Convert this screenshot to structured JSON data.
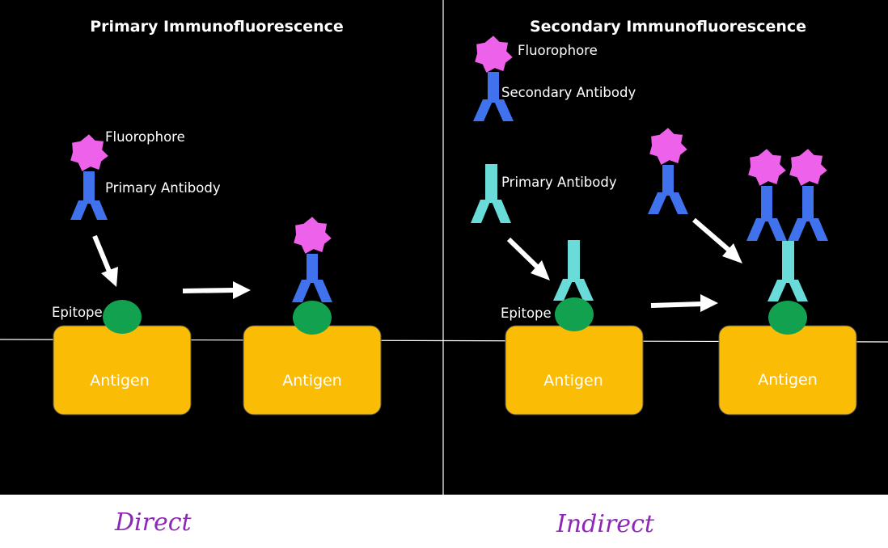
{
  "panels": {
    "primary": {
      "title": "Primary Immunofluorescence",
      "fluorophore_label": "Fluorophore",
      "antibody_label": "Primary Antibody",
      "epitope_label": "Epitope",
      "antigen_left": "Antigen",
      "antigen_right": "Antigen",
      "handwritten": "Direct"
    },
    "secondary": {
      "title": "Secondary Immunofluorescence",
      "fluorophore_label": "Fluorophore",
      "secondary_antibody_label": "Secondary Antibody",
      "primary_antibody_label": "Primary Antibody",
      "epitope_label": "Epitope",
      "antigen_left": "Antigen",
      "antigen_right": "Antigen",
      "handwritten": "Indirect"
    }
  },
  "colors": {
    "background": "#000000",
    "antigen": "#fbbc05",
    "epitope": "#12a14e",
    "fluorophore": "#ee61ea",
    "primary_antibody_direct": "#4072ee",
    "secondary_antibody": "#4072ee",
    "primary_antibody_indirect": "#69dbd8",
    "arrow": "#ffffff",
    "handwriting": "#8e27b8"
  }
}
